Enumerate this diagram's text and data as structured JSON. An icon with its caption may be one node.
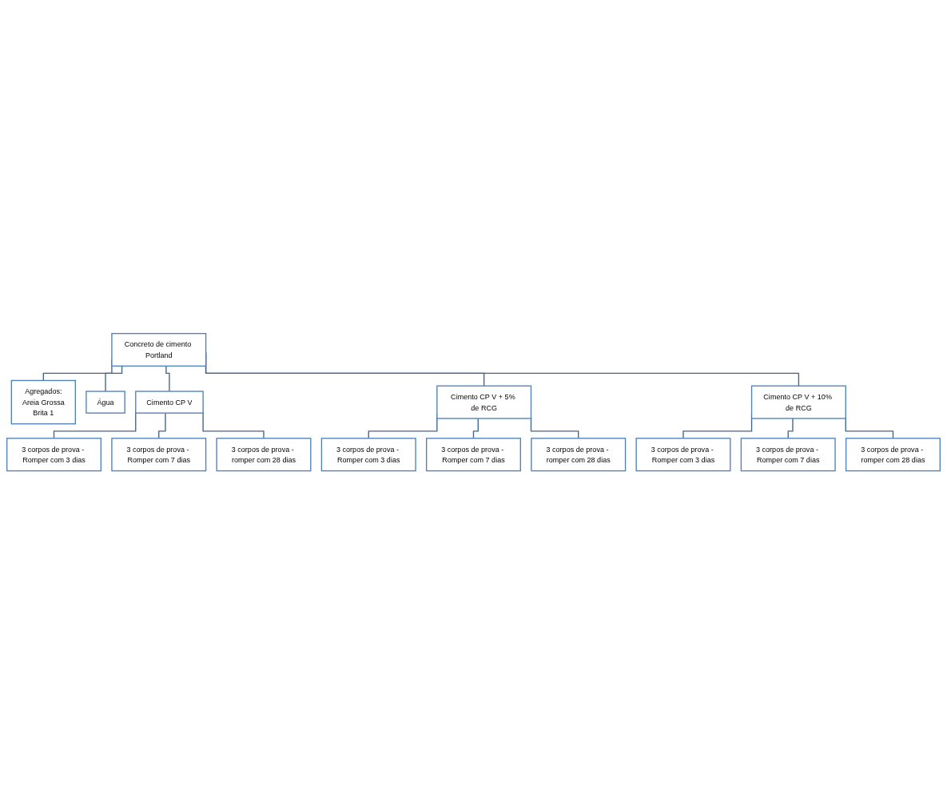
{
  "diagram": {
    "nodes": [
      {
        "text": [
          "Concreto de cimento Portland"
        ]
      },
      {
        "text": [
          "Agregados:",
          "Areia Grossa",
          "Brita 1"
        ]
      },
      {
        "text": [
          "Água"
        ]
      },
      {
        "text": [
          "Cimento CP V"
        ]
      },
      {
        "text": [
          "Cimento CP V + 5% de RCG"
        ]
      },
      {
        "text": [
          "Cimento CP V + 10% de RCG"
        ]
      },
      {
        "text": [
          "3 corpos de prova - Romper com 3 dias"
        ]
      },
      {
        "text": [
          "3 corpos de prova - Romper com 7 dias"
        ]
      },
      {
        "text": [
          "3 corpos de prova - romper com 28 dias"
        ]
      },
      {
        "text": [
          "3 corpos de prova - Romper com 3 dias"
        ]
      },
      {
        "text": [
          "3 corpos de prova - Romper com 7 dias"
        ]
      },
      {
        "text": [
          "3 corpos de prova - romper com 28 dias"
        ]
      },
      {
        "text": [
          "3 corpos de prova - Romper com 3 dias"
        ]
      },
      {
        "text": [
          "3 corpos de prova - Romper com 7 dias"
        ]
      },
      {
        "text": [
          "3 corpos de prova - romper com 28 dias"
        ]
      }
    ],
    "edges": [
      {
        "from": 0,
        "to": 1,
        "arrow": "none"
      },
      {
        "from": 0,
        "to": 2,
        "arrow": "none"
      },
      {
        "from": 0,
        "to": 3,
        "arrow": "none"
      },
      {
        "from": 0,
        "to": 4,
        "arrow": "none"
      },
      {
        "from": 0,
        "to": 5,
        "arrow": "none"
      },
      {
        "from": 3,
        "to": 6,
        "arrow": "none"
      },
      {
        "from": 3,
        "to": 7,
        "arrow": "none"
      },
      {
        "from": 3,
        "to": 8,
        "arrow": "none"
      },
      {
        "from": 4,
        "to": 9,
        "arrow": "none"
      },
      {
        "from": 4,
        "to": 10,
        "arrow": "none"
      },
      {
        "from": 4,
        "to": 11,
        "arrow": "none"
      },
      {
        "from": 5,
        "to": 12,
        "arrow": "none"
      },
      {
        "from": 5,
        "to": 13,
        "arrow": "none"
      },
      {
        "from": 5,
        "to": 14,
        "arrow": "none"
      }
    ]
  }
}
